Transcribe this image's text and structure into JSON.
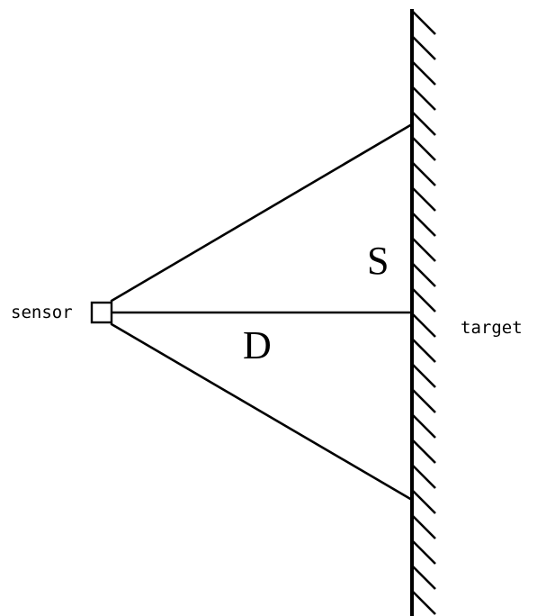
{
  "labels": {
    "sensor": "sensor",
    "target": "target",
    "distance": "D",
    "spot_size": "S"
  },
  "colors": {
    "stroke": "#000000",
    "background": "#ffffff"
  }
}
